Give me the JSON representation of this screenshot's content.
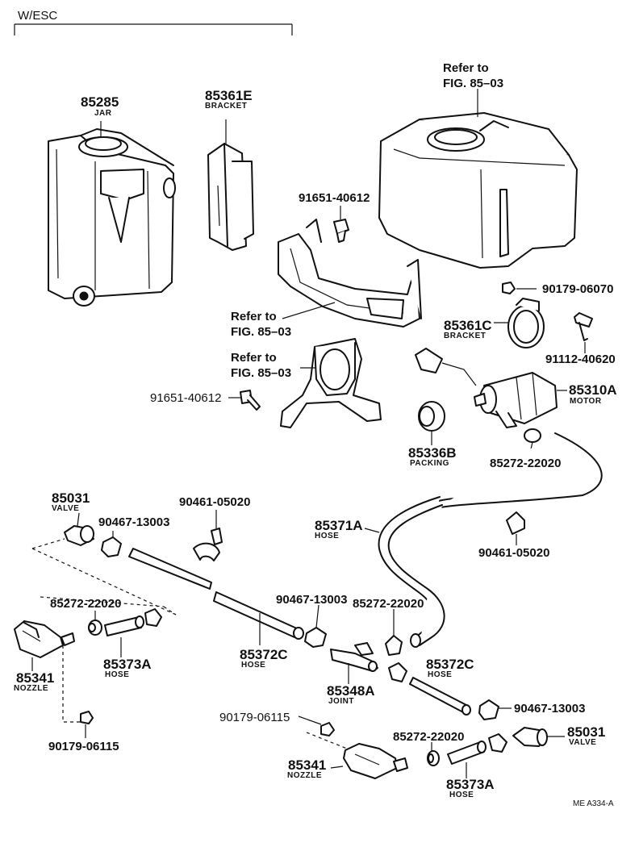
{
  "header": {
    "title": "W/ESC"
  },
  "parts": {
    "jar": {
      "number": "85285",
      "desc": "JAR"
    },
    "bracket_e": {
      "number": "85361E",
      "desc": "BRACKET"
    },
    "tank_ref": {
      "line1": "Refer to",
      "line2": "FIG. 85–03"
    },
    "bolt_top": {
      "number": "91651-40612"
    },
    "bracket_ref1": {
      "line1": "Refer to",
      "line2": "FIG. 85–03"
    },
    "bracket_ref2": {
      "line1": "Refer to",
      "line2": "FIG. 85–03"
    },
    "bolt_left": {
      "number": "91651-40612"
    },
    "nut_90179_06070": {
      "number": "90179-06070"
    },
    "bracket_c": {
      "number": "85361C",
      "desc": "BRACKET"
    },
    "bolt_91112": {
      "number": "91112-40620"
    },
    "motor": {
      "number": "85310A",
      "desc": "MOTOR"
    },
    "packing": {
      "number": "85336B",
      "desc": "PACKING"
    },
    "clip_motor": {
      "number": "85272-22020"
    },
    "valve_left": {
      "number": "85031",
      "desc": "VALVE"
    },
    "clamp_left": {
      "number": "90467-13003"
    },
    "clamp_90461_top": {
      "number": "90461-05020"
    },
    "hose_a": {
      "number": "85371A",
      "desc": "HOSE"
    },
    "clamp_90461_right": {
      "number": "90461-05020"
    },
    "clip_left": {
      "number": "85272-22020"
    },
    "nozzle_left": {
      "number": "85341",
      "desc": "NOZZLE"
    },
    "hose_373a_left": {
      "number": "85373A",
      "desc": "HOSE"
    },
    "hose_372c_left": {
      "number": "85372C",
      "desc": "HOSE"
    },
    "clamp_mid": {
      "number": "90467-13003"
    },
    "clip_mid": {
      "number": "85272-22020"
    },
    "joint": {
      "number": "85348A",
      "desc": "JOINT"
    },
    "hose_372c_right": {
      "number": "85372C",
      "desc": "HOSE"
    },
    "clamp_right": {
      "number": "90467-13003"
    },
    "nut_left": {
      "number": "90179-06115"
    },
    "nut_mid": {
      "number": "90179-06115"
    },
    "clip_right": {
      "number": "85272-22020"
    },
    "valve_right": {
      "number": "85031",
      "desc": "VALVE"
    },
    "nozzle_right": {
      "number": "85341",
      "desc": "NOZZLE"
    },
    "hose_373a_right": {
      "number": "85373A",
      "desc": "HOSE"
    }
  },
  "footer": {
    "code": "ME A334-A"
  }
}
